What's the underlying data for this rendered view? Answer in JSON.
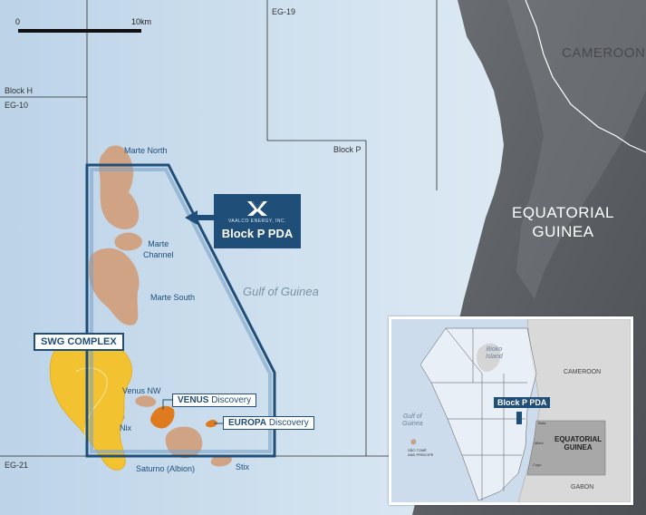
{
  "scale": {
    "start": "0",
    "end": "10km"
  },
  "blocks": {
    "eg19": "EG-19",
    "block_h": "Block H",
    "eg10": "EG-10",
    "block_p": "Block P",
    "eg21": "EG-21"
  },
  "fields": {
    "marte_north": "Marte North",
    "marte_channel": "Marte\nChannel",
    "marte_south": "Marte South",
    "venus_nw": "Venus NW",
    "nix": "Nix",
    "saturno": "Saturno (Albion)",
    "stix": "Stix"
  },
  "sea_label": "Gulf of Guinea",
  "countries": {
    "cameroon": "CAMEROON",
    "equatorial_guinea": "EQUATORIAL\nGUINEA"
  },
  "pda_callout": {
    "company": "VAALCO ENERGY, INC.",
    "title": "Block P PDA"
  },
  "swg_complex": "SWG COMPLEX",
  "venus": {
    "name": "VENUS",
    "suffix": " Discovery"
  },
  "europa": {
    "name": "EUROPA",
    "suffix": " Discovery"
  },
  "inset": {
    "bioko": "Bioko\nIsland",
    "cameroon": "CAMEROON",
    "gulf": "Gulf of\nGuinea",
    "sao_tome": "SÃO TOMÉ\nAND PRÍNCIPE",
    "block_p_pda": "Block P PDA",
    "eq_guinea": "EQUATORIAL\nGUINEA",
    "gabon": "GABON",
    "bata": "Bata",
    "mbini": "Mbini",
    "cogo": "Cogo"
  },
  "colors": {
    "sea": "#c9dced",
    "land": "#5b5f63",
    "block_outline": "#1f4e79",
    "pda_box": "#1f4e79",
    "fields": "#cfa383",
    "discovery": "#e07a1f",
    "swg": "#f2c230"
  }
}
